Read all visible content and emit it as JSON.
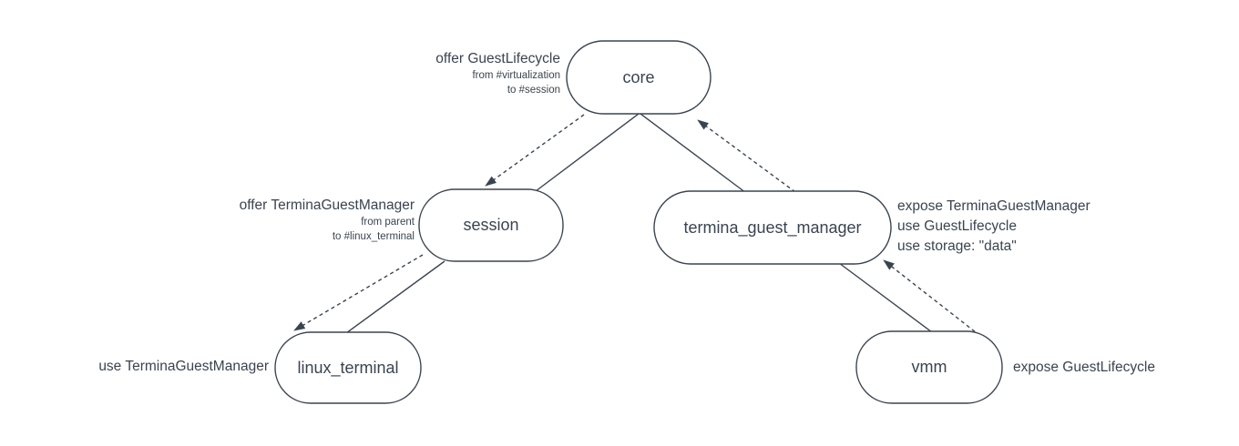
{
  "diagram": {
    "colors": {
      "stroke": "#3a4450",
      "text": "#3a4450",
      "background": "#ffffff"
    },
    "nodes": {
      "core": {
        "label": "core"
      },
      "session": {
        "label": "session"
      },
      "termina_guest_manager": {
        "label": "termina_guest_manager"
      },
      "linux_terminal": {
        "label": "linux_terminal"
      },
      "vmm": {
        "label": "vmm"
      }
    },
    "annotations": {
      "core": {
        "main": "offer GuestLifecycle",
        "sub": [
          "from #virtualization",
          "to #session"
        ]
      },
      "session": {
        "main": "offer TerminaGuestManager",
        "sub": [
          "from parent",
          "to #linux_terminal"
        ]
      },
      "linux_terminal": {
        "main": "use TerminaGuestManager"
      },
      "termina_guest_manager": {
        "lines": [
          "expose TerminaGuestManager",
          "use GuestLifecycle",
          "use storage: \"data\""
        ]
      },
      "vmm": {
        "main": "expose GuestLifecycle"
      }
    },
    "edges": [
      {
        "from": "core",
        "to": "session",
        "style": "solid",
        "type": "hierarchy"
      },
      {
        "from": "core",
        "to": "termina_guest_manager",
        "style": "solid",
        "type": "hierarchy"
      },
      {
        "from": "session",
        "to": "linux_terminal",
        "style": "solid",
        "type": "hierarchy"
      },
      {
        "from": "termina_guest_manager",
        "to": "vmm",
        "style": "solid",
        "type": "hierarchy"
      },
      {
        "from": "core",
        "to": "session",
        "style": "dashed-arrow",
        "type": "offer"
      },
      {
        "from": "session",
        "to": "linux_terminal",
        "style": "dashed-arrow",
        "type": "offer"
      },
      {
        "from": "termina_guest_manager",
        "to": "core",
        "style": "dashed-arrow",
        "type": "expose"
      },
      {
        "from": "vmm",
        "to": "termina_guest_manager",
        "style": "dashed-arrow",
        "type": "expose"
      }
    ]
  }
}
